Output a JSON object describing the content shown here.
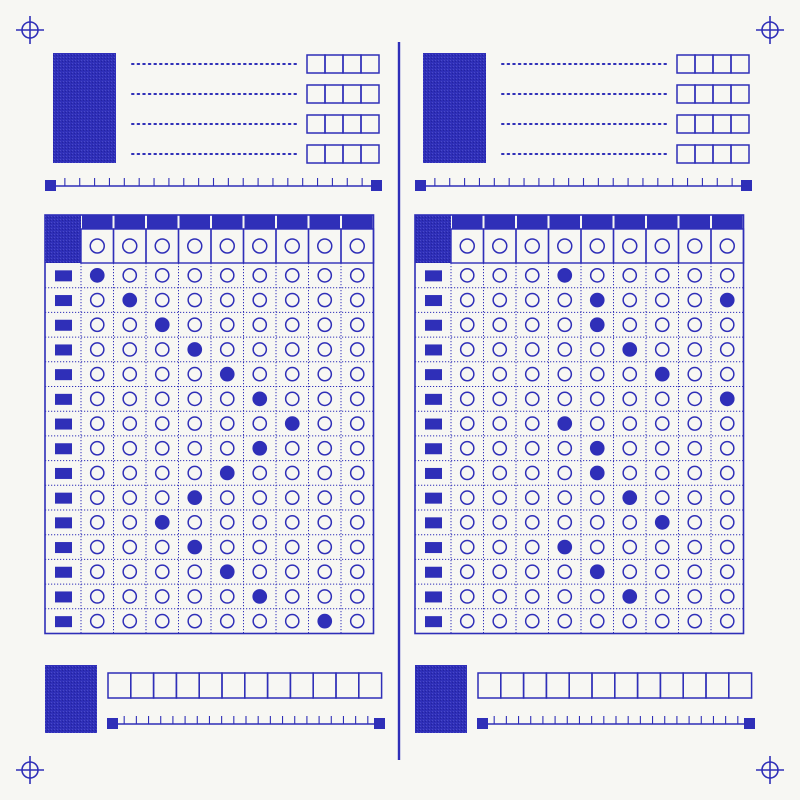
{
  "colors": {
    "ink": "#2f2fb8",
    "paper": "#f7f7f3"
  },
  "icons": {
    "registration_mark": "crosshair-circle-icon",
    "bubble_empty": "circle-outline-icon",
    "bubble_filled": "circle-filled-icon",
    "row_marker": "filled-rectangle-icon"
  },
  "sheets": [
    {
      "name": "left",
      "id_boxes_per_row": 4,
      "field_rows": 4,
      "code_boxes": 12,
      "grid": {
        "columns": 9,
        "rows": 15,
        "filled_column_per_row": [
          1,
          2,
          3,
          4,
          5,
          6,
          7,
          6,
          5,
          4,
          3,
          4,
          5,
          6,
          8
        ]
      }
    },
    {
      "name": "right",
      "id_boxes_per_row": 4,
      "field_rows": 4,
      "code_boxes": 12,
      "grid": {
        "columns": 9,
        "rows": 15,
        "filled_column_per_row": [
          4,
          [
            5,
            9
          ],
          5,
          6,
          7,
          9,
          4,
          5,
          5,
          6,
          7,
          4,
          5,
          6,
          0
        ]
      }
    }
  ]
}
